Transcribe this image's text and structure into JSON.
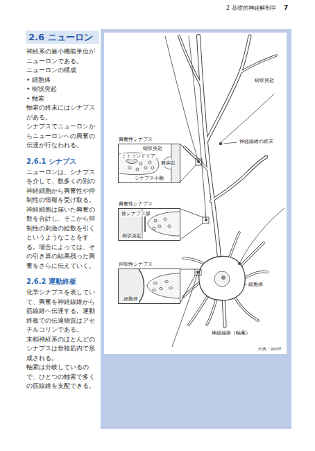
{
  "diagram": {
    "title": "2.6 ニューロン",
    "nodes": [
      {
        "text": [
          "興奮性シナプス",
          "樹状突起",
          "ミトコンドリア",
          "棘突起",
          "シナプス小胞"
        ]
      },
      {
        "text": [
          "興奮性シナプス",
          "後シナプス膜",
          "樹状突起"
        ]
      },
      {
        "text": [
          "抑制性シナプス",
          "細胞体"
        ]
      }
    ],
    "labels": [
      "2 基礎的神経解剖学",
      "7",
      "神経系の最小機能単位がニューロンである。",
      "ニューロンの構成",
      "• 細胞体",
      "• 樹状突起",
      "• 軸索",
      "軸索の終末にはシナプスがある。",
      "シナプスでニューロンからニューロンへの興奮の伝達が行なわれる。",
      "2.6.1 シナプス",
      "ニューロンは、シナプスを介して、数多くの別の神経細胞から興奮性や抑制性の情報を受け取る。神経細胞は届いた興奮の数を合計し、そこから抑制性の刺激の総数を引くというようなことをする。場合によっては、その引き算の結果残った興奮をさらに伝えていく。",
      "2.6.2 運動終板",
      "化学シナプスを表していて、興奮を神経線維から筋線維へ伝達する。運動終板での伝達物質はアセチルコリンである。",
      "末梢神経系のほとんどのシナプスは骨格筋内で形成される。",
      "軸索は分岐しているので、ひとつの軸索で多くの筋線維を支配できる。",
      "樹状突起",
      "神経線維の終末",
      "細胞体",
      "神経線維（軸索）",
      "出典：Wolff"
    ]
  }
}
